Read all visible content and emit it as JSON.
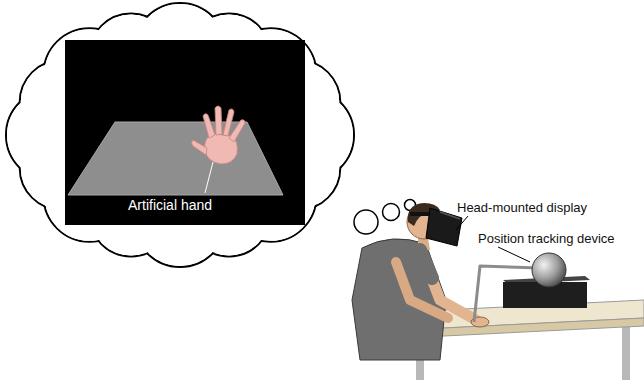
{
  "diagram": {
    "nodes": [
      {
        "text": [
          "Artificial hand"
        ]
      }
    ],
    "labels": [
      "Head-mounted display",
      "Position tracking device"
    ]
  }
}
